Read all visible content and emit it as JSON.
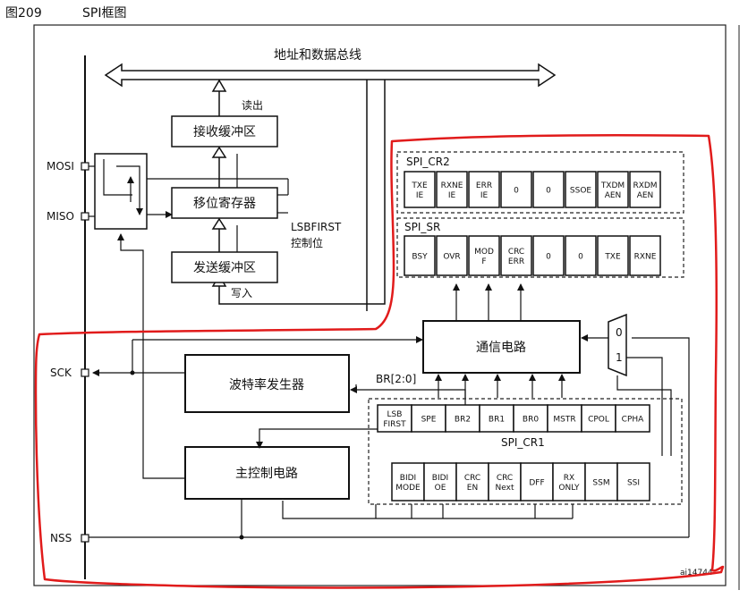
{
  "figure": {
    "number": "图209",
    "title": "SPI框图",
    "figure_id": "ai14744"
  },
  "bus": {
    "label": "地址和数据总线"
  },
  "pins": {
    "mosi": "MOSI",
    "miso": "MISO",
    "sck": "SCK",
    "nss": "NSS"
  },
  "blocks": {
    "rx_buffer": "接收缓冲区",
    "shift_register": "移位寄存器",
    "tx_buffer": "发送缓冲区",
    "comm_circuit": "通信电路",
    "baud_generator": "波特率发生器",
    "master_control": "主控制电路"
  },
  "labels": {
    "read": "读出",
    "write": "写入",
    "lsbfirst_line1": "LSBFIRST",
    "lsbfirst_line2": "控制位",
    "br": "BR[2:0]",
    "mux_0": "0",
    "mux_1": "1"
  },
  "registers": {
    "cr2": {
      "name": "SPI_CR2",
      "bits": [
        [
          "TXE",
          "IE"
        ],
        [
          "RXNE",
          "IE"
        ],
        [
          "ERR",
          "IE"
        ],
        [
          "0"
        ],
        [
          "0"
        ],
        [
          "SSOE"
        ],
        [
          "TXDM",
          "AEN"
        ],
        [
          "RXDM",
          "AEN"
        ]
      ]
    },
    "sr": {
      "name": "SPI_SR",
      "bits": [
        [
          "BSY"
        ],
        [
          "OVR"
        ],
        [
          "MOD",
          "F"
        ],
        [
          "CRC",
          "ERR"
        ],
        [
          "0"
        ],
        [
          "0"
        ],
        [
          "TXE"
        ],
        [
          "RXNE"
        ]
      ]
    },
    "cr1": {
      "name": "SPI_CR1",
      "row1": [
        [
          "LSB",
          "FIRST"
        ],
        [
          "SPE"
        ],
        [
          "BR2"
        ],
        [
          "BR1"
        ],
        [
          "BR0"
        ],
        [
          "MSTR"
        ],
        [
          "CPOL"
        ],
        [
          "CPHA"
        ]
      ],
      "row2": [
        [
          "BIDI",
          "MODE"
        ],
        [
          "BIDI",
          "OE"
        ],
        [
          "CRC",
          "EN"
        ],
        [
          "CRC",
          "Next"
        ],
        [
          "DFF"
        ],
        [
          "RX",
          "ONLY"
        ],
        [
          "SSM"
        ],
        [
          "SSI"
        ]
      ]
    }
  },
  "annotation": {
    "color": "#e11b1b"
  }
}
